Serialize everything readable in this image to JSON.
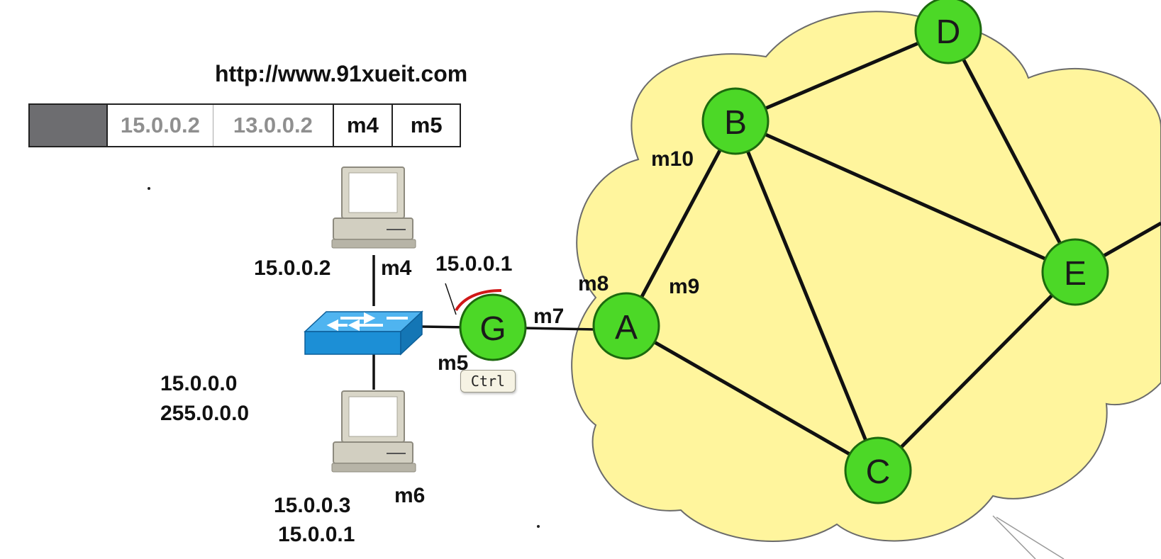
{
  "url": "http://www.91xueit.com",
  "packet": {
    "src_ip": "15.0.0.2",
    "dst_ip": "13.0.0.2",
    "src_mac": "m4",
    "dst_mac": "m5"
  },
  "hosts": {
    "top": {
      "ip": "15.0.0.2",
      "mac": "m4"
    },
    "bottom": {
      "ip": "15.0.0.3",
      "gateway": "15.0.0.1",
      "mac": "m6"
    }
  },
  "network": {
    "address": "15.0.0.0",
    "mask": "255.0.0.0"
  },
  "gateway": {
    "ip": "15.0.0.1",
    "mac_lan": "m5",
    "mac_wan": "m7"
  },
  "tooltip": "Ctrl",
  "routers": {
    "g": "G",
    "a": "A",
    "b": "B",
    "c": "C",
    "d": "D",
    "e": "E"
  },
  "link_macs": {
    "a_side": "m8",
    "a_to_b": "m9",
    "b_side": "m10"
  },
  "colors": {
    "node_fill": "#4cd827",
    "cloud_fill": "#fff59d",
    "switch_blue": "#1c8fd6"
  }
}
